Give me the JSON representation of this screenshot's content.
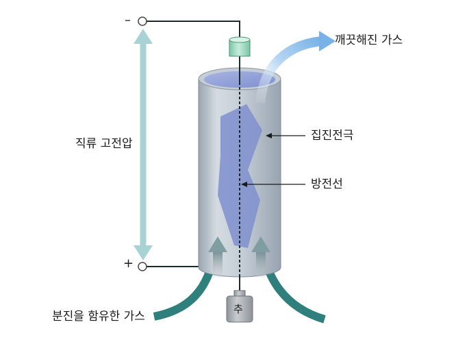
{
  "labels": {
    "minus": "–",
    "plus": "+",
    "voltage": "직류 고전압",
    "clean_gas": "깨끗해진 가스",
    "collecting_electrode": "집진전극",
    "discharge_wire": "방전선",
    "dusty_gas": "분진을 함유한 가스",
    "weight": "추"
  },
  "colors": {
    "cylinder_body": "#bcc6cf",
    "cylinder_top": "#8fa0d6",
    "dust_shape": "#7f8fce",
    "voltage_arrow": "#a9d2d4",
    "inlet_arrow": "#2f7f7c",
    "outlet_arrow": "#8cc0ea",
    "insulator": "#9fd6bd",
    "weight": "#a7abb0"
  }
}
